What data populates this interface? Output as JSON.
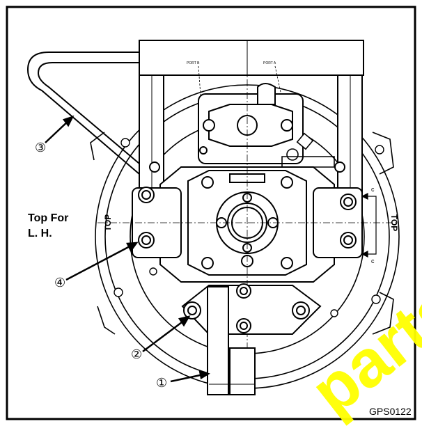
{
  "labels": {
    "top_for_line1": "Top For",
    "top_for_line2": "L. H.",
    "top_left": "TOP",
    "top_right": "TOP",
    "callout_1": "①",
    "callout_2": "②",
    "callout_3": "③",
    "callout_4": "④",
    "port_b": "PORT B",
    "port_a": "PORT A",
    "section_c_top": "c",
    "section_c_bottom": "c",
    "drawing_code": "GPS0122"
  },
  "watermark": {
    "text": "parts",
    "color": "#ffff00"
  },
  "colors": {
    "line": "#000000",
    "background": "#ffffff",
    "watermark": "#ffff00"
  }
}
